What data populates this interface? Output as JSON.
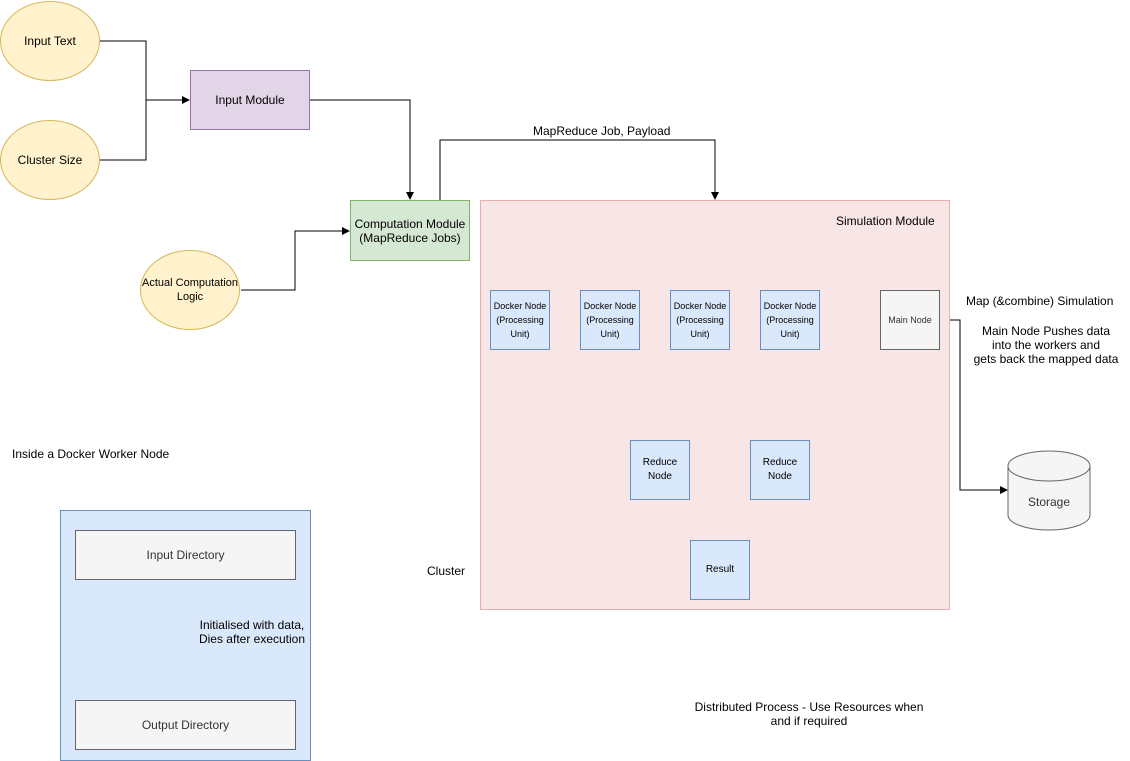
{
  "inputs": {
    "input_text": "Input Text",
    "cluster_size": "Cluster Size",
    "actual_computation": "Actual Computation\nLogic"
  },
  "modules": {
    "input_module": "Input Module",
    "computation_module": "Computation Module\n(MapReduce Jobs)",
    "simulation_module": "Simulation Module"
  },
  "edge_labels": {
    "job_payload": "MapReduce Job, Payload",
    "initialised": "Initialised with data,\nDies after execution"
  },
  "nodes": {
    "docker_nodes": [
      "Docker Node\n(Processing\nUnit)",
      "Docker Node\n(Processing\nUnit)",
      "Docker Node\n(Processing\nUnit)",
      "Docker Node\n(Processing\nUnit)"
    ],
    "main_node": "Main Node",
    "reduce_nodes": [
      "Reduce\nNode",
      "Reduce\nNode"
    ],
    "result": "Result",
    "storage": "Storage"
  },
  "annotations": {
    "map_simulation": "Map (&combine) Simulation",
    "main_node_desc": "Main Node Pushes data\ninto the workers and\ngets back the mapped data",
    "cluster": "Cluster",
    "docker_worker_title": "Inside a Docker Worker Node",
    "distributed": "Distributed Process - Use Resources when\nand if required"
  },
  "worker": {
    "input_dir": "Input Directory",
    "output_dir": "Output Directory"
  },
  "colors": {
    "ellipse_fill": "#fff2cc",
    "ellipse_stroke": "#d6b656",
    "input_module_fill": "#e1d5e7",
    "computation_module_fill": "#d5e8d4",
    "simulation_fill": "#f8e6e6",
    "node_fill": "#dae8fc",
    "main_node_fill": "#f5f5f5"
  }
}
